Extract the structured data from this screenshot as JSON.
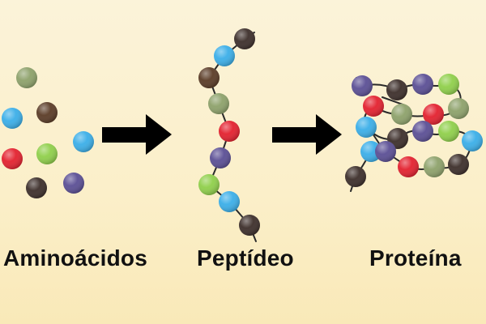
{
  "labels": {
    "amino": "Aminoácidos",
    "peptide": "Peptídeo",
    "protein": "Proteína"
  },
  "colors": {
    "olive_green": "#8da16a",
    "brown": "#5a3b26",
    "dark_brown": "#3c2e2a",
    "blue": "#3aaee8",
    "red": "#e3202e",
    "green": "#8fcf4a",
    "purple": "#5a4e94",
    "arrow": "#000000",
    "bond": "#2a2a2a"
  },
  "icons": [
    "right-arrow-icon"
  ]
}
